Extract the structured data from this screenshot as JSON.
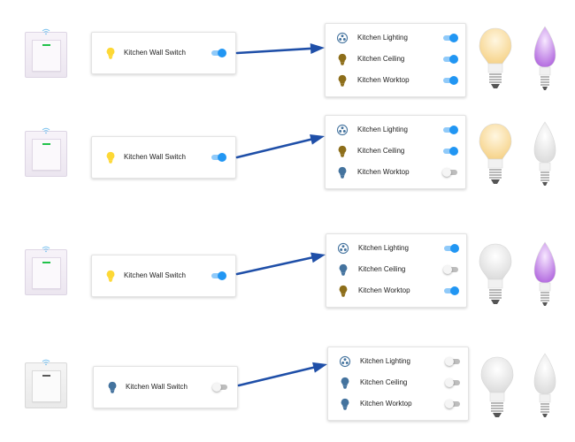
{
  "colors": {
    "toggle_on_track": "#90caf9",
    "toggle_on_knob": "#2196f3",
    "toggle_off_track": "#bdbdbd",
    "bulb_on_icon": "#fdd835",
    "bulb_dim_icon": "#8d6e1a",
    "bulb_off_icon": "#44739e",
    "arrow": "#1f4fa8",
    "warm_white": "#f6d38a",
    "purple": "#b46de0"
  },
  "scenarios": [
    {
      "switch": {
        "label": "Kitchen Wall Switch",
        "on": true,
        "icon": "bulb-on-icon"
      },
      "group": [
        {
          "label": "Kitchen Lighting",
          "on": true,
          "icon": "group-icon"
        },
        {
          "label": "Kitchen Ceiling",
          "on": true,
          "icon": "bulb-dim-icon"
        },
        {
          "label": "Kitchen Worktop",
          "on": true,
          "icon": "bulb-dim-icon"
        }
      ],
      "bulbs": [
        "warm",
        "purple"
      ]
    },
    {
      "switch": {
        "label": "Kitchen Wall Switch",
        "on": true,
        "icon": "bulb-on-icon"
      },
      "group": [
        {
          "label": "Kitchen Lighting",
          "on": true,
          "icon": "group-icon"
        },
        {
          "label": "Kitchen Ceiling",
          "on": true,
          "icon": "bulb-dim-icon"
        },
        {
          "label": "Kitchen Worktop",
          "on": false,
          "icon": "bulb-off-icon"
        }
      ],
      "bulbs": [
        "warm",
        "white"
      ]
    },
    {
      "switch": {
        "label": "Kitchen Wall Switch",
        "on": true,
        "icon": "bulb-on-icon"
      },
      "group": [
        {
          "label": "Kitchen Lighting",
          "on": true,
          "icon": "group-icon"
        },
        {
          "label": "Kitchen Ceiling",
          "on": false,
          "icon": "bulb-off-icon"
        },
        {
          "label": "Kitchen Worktop",
          "on": true,
          "icon": "bulb-dim-icon"
        }
      ],
      "bulbs": [
        "white",
        "purple"
      ]
    },
    {
      "switch": {
        "label": "Kitchen Wall Switch",
        "on": false,
        "icon": "bulb-off-icon"
      },
      "group": [
        {
          "label": "Kitchen Lighting",
          "on": false,
          "icon": "group-icon"
        },
        {
          "label": "Kitchen Ceiling",
          "on": false,
          "icon": "bulb-off-icon"
        },
        {
          "label": "Kitchen Worktop",
          "on": false,
          "icon": "bulb-off-icon"
        }
      ],
      "bulbs": [
        "white",
        "white"
      ]
    }
  ]
}
